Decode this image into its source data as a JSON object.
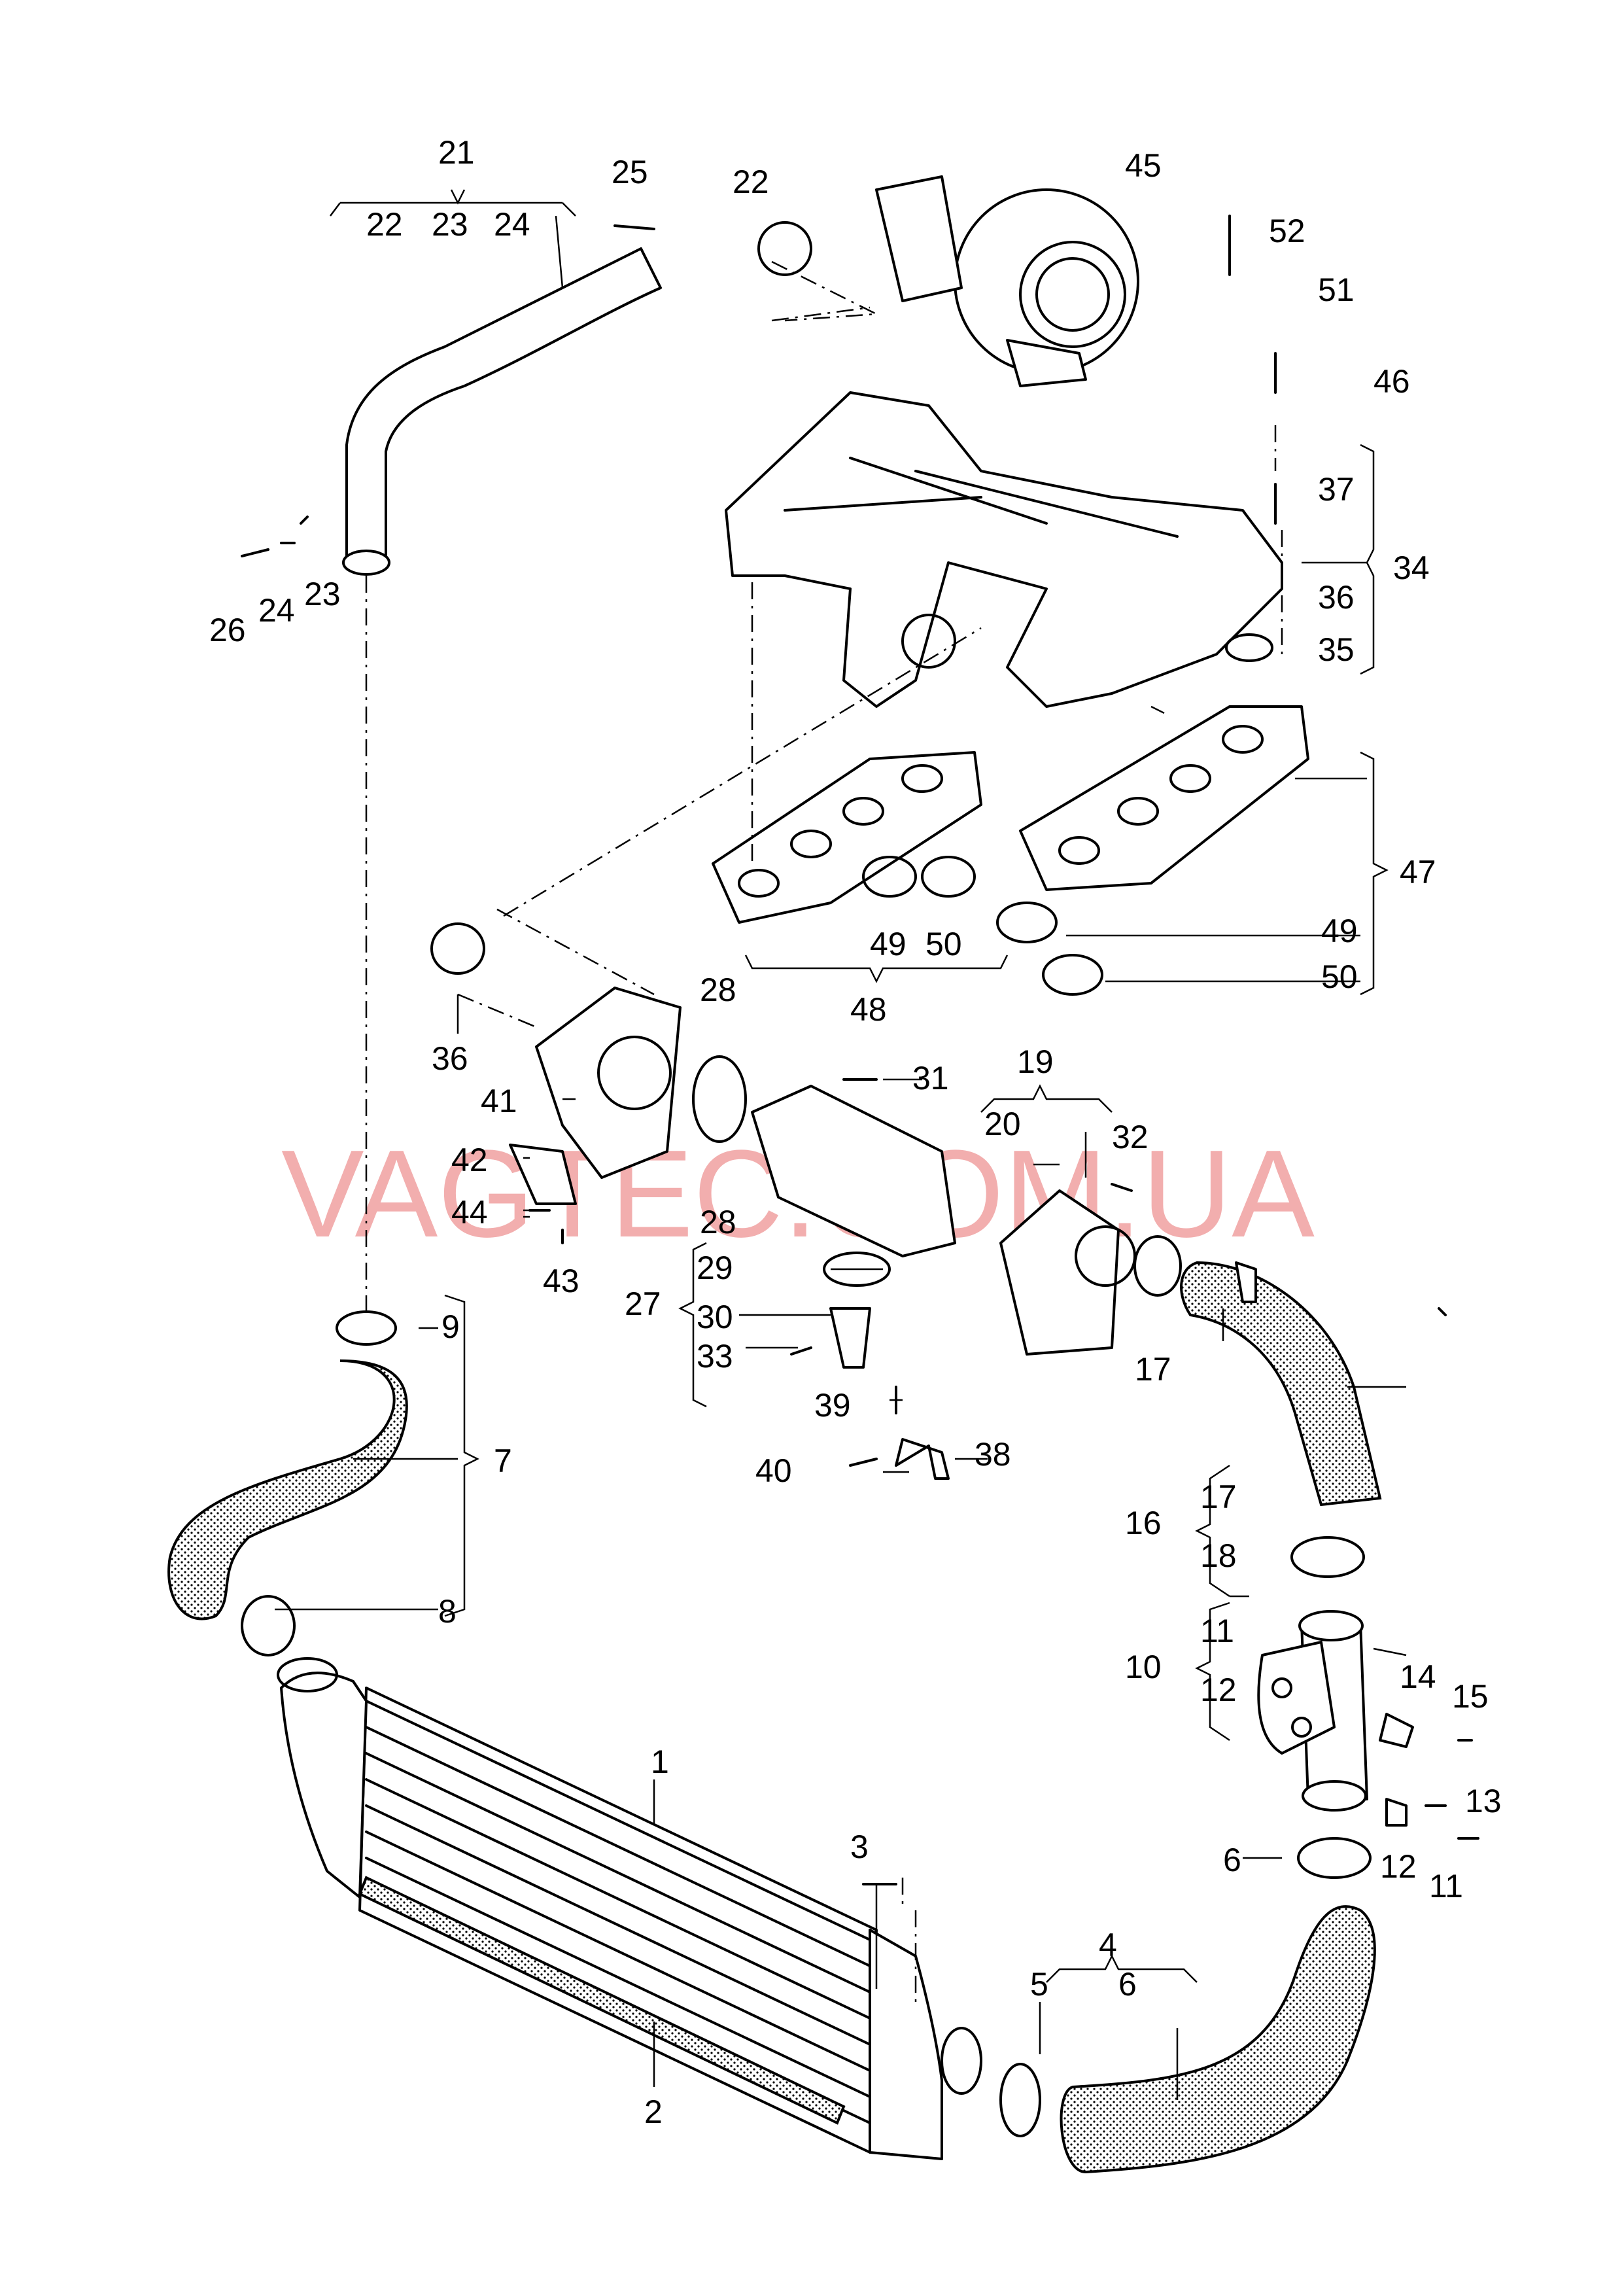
{
  "watermark": "VAGTEC.COM.UA",
  "callouts": {
    "c1": "1",
    "c2": "2",
    "c3": "3",
    "c4": "4",
    "c5": "5",
    "c6a": "6",
    "c6b": "6",
    "c7": "7",
    "c8": "8",
    "c9": "9",
    "c10": "10",
    "c11a": "11",
    "c11b": "11",
    "c12a": "12",
    "c12b": "12",
    "c13": "13",
    "c14": "14",
    "c15": "15",
    "c16": "16",
    "c17a": "17",
    "c17b": "17",
    "c18": "18",
    "c19": "19",
    "c20": "20",
    "c21": "21",
    "c22a": "22",
    "c22b": "22",
    "c23a": "23",
    "c23b": "23",
    "c24a": "24",
    "c24b": "24",
    "c25": "25",
    "c26": "26",
    "c27": "27",
    "c28a": "28",
    "c28b": "28",
    "c29": "29",
    "c30": "30",
    "c31": "31",
    "c32": "32",
    "c33": "33",
    "c34": "34",
    "c35": "35",
    "c36a": "36",
    "c36b": "36",
    "c37": "37",
    "c38": "38",
    "c39": "39",
    "c40": "40",
    "c41": "41",
    "c42": "42",
    "c43": "43",
    "c44": "44",
    "c45": "45",
    "c46": "46",
    "c47": "47",
    "c48": "48",
    "c49a": "49",
    "c49b": "49",
    "c50a": "50",
    "c50b": "50",
    "c51": "51",
    "c52": "52"
  },
  "icons": [
    "charge-air-cooler",
    "turbocharger",
    "intake-manifold",
    "throttle-valve",
    "hose-clamp",
    "o-ring",
    "bolt"
  ]
}
